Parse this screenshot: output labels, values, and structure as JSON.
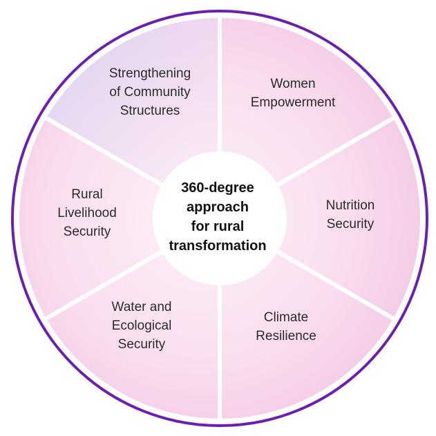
{
  "diagram": {
    "center": {
      "text": "360-degree\napproach\nfor rural\ntransformation"
    },
    "segments": [
      {
        "label": "Strengthening\nof Community\nStructures"
      },
      {
        "label": "Women\nEmpowerment"
      },
      {
        "label": "Nutrition\nSecurity"
      },
      {
        "label": "Climate\nResilience"
      },
      {
        "label": "Water and\nEcological\nSecurity"
      },
      {
        "label": "Rural\nLivelihood\nSecurity"
      }
    ]
  },
  "colors": {
    "outer_ring": "#6a1fb0",
    "segment_fill_light": "#fbe6f3",
    "segment_fill_pink": "#f5cde7",
    "segment_fill_lavender": "#e2dcf4",
    "divider": "#ffffff",
    "center_fill": "#ffffff"
  }
}
